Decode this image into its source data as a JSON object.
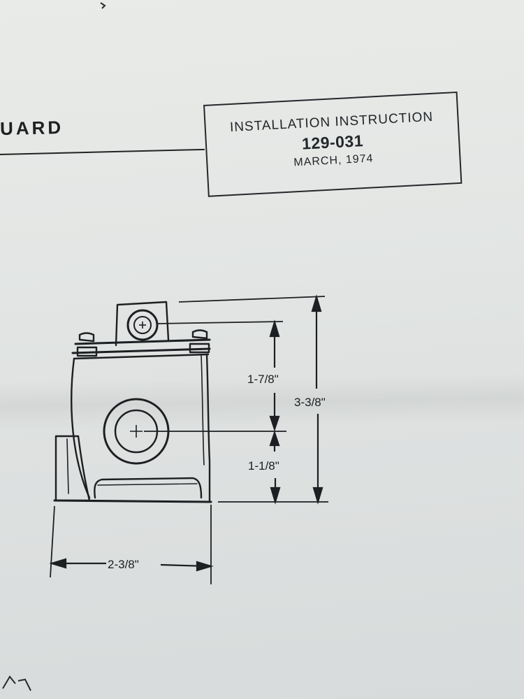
{
  "header": {
    "brand_fragment": "UARD"
  },
  "instruction_box": {
    "title": "INSTALLATION INSTRUCTION",
    "number": "129-031",
    "date": "MARCH, 1974"
  },
  "diagram": {
    "dimensions": {
      "overall_height": "3-3/8\"",
      "upper_hole_spacing": "1-7/8\"",
      "lower_hole_height": "1-1/8\"",
      "base_width": "2-3/8\""
    }
  }
}
